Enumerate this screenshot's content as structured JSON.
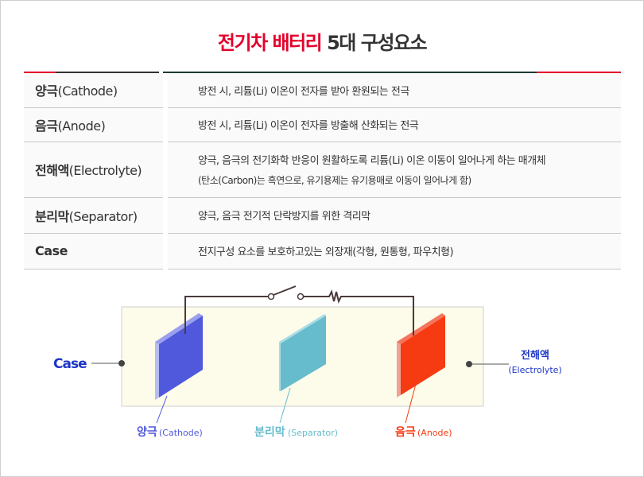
{
  "title": {
    "highlight": "전기차 배터리",
    "rest": "5대 구성요소"
  },
  "rows": [
    {
      "term": "양극",
      "en": "(Cathode)",
      "desc": "방전 시, 리튬(Li) 이온이 전자를 받아 환원되는 전극"
    },
    {
      "term": "음극",
      "en": "(Anode)",
      "desc": "방전 시, 리튬(Li) 이온이 전자를 방출해 산화되는 전극"
    },
    {
      "term": "전해액",
      "en": "(Electrolyte)",
      "desc": "양극, 음극의 전기화학 반응이 원활하도록 리튬(Li) 이온 이동이 일어나게 하는 매개체",
      "note": "(탄소(Carbon)는 흑연으로, 유기용제는 유기용매로 이동이 일어나게 함)"
    },
    {
      "term": "분리막",
      "en": "(Separator)",
      "desc": "양극, 음극 전기적 단락방지를 위한 격리막"
    },
    {
      "term": "Case",
      "en": "",
      "desc": "전지구성 요소를 보호하고있는 외장재(각형, 원통형, 파우치형)"
    }
  ],
  "diagram": {
    "case": "Case",
    "electrolyte": {
      "ko": "전해액",
      "en": "(Electrolyte)"
    },
    "cathode": {
      "ko": "양극",
      "en": "(Cathode)",
      "color": "#5059dc"
    },
    "separator": {
      "ko": "분리막",
      "en": "(Separator)",
      "color": "#66bccc"
    },
    "anode": {
      "ko": "음극",
      "en": "(Anode)",
      "color": "#f63a12"
    }
  }
}
